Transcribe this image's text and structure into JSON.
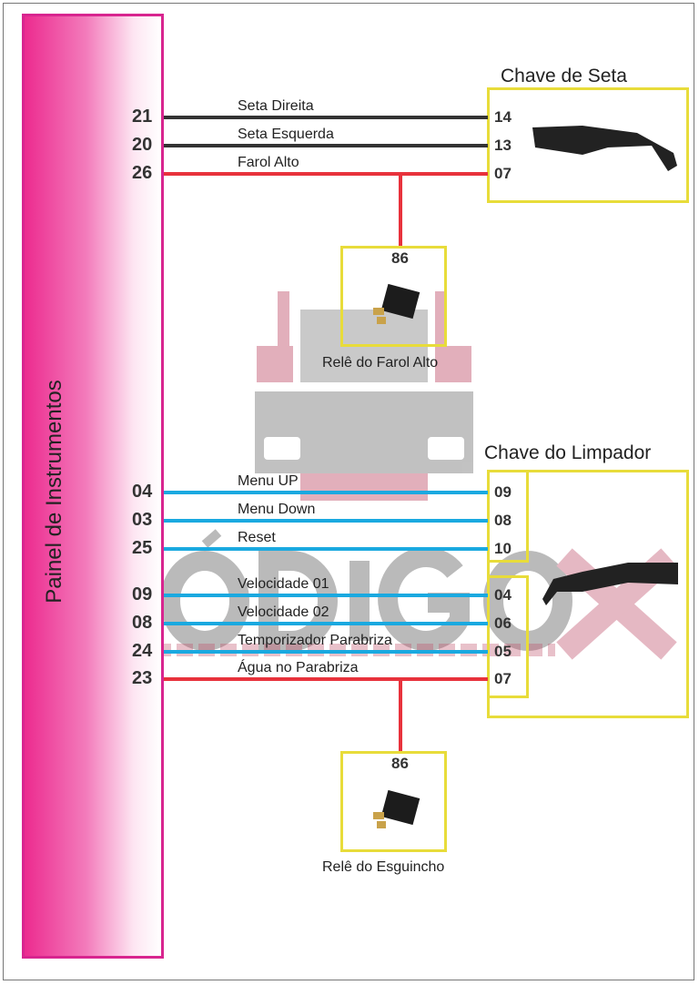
{
  "panel": {
    "title": "Painel de Instrumentos"
  },
  "watermark": {
    "brand": "CÓDIGOX",
    "tagline": "SOLUÇÕES PARA REPARADORES"
  },
  "seta_switch": {
    "title": "Chave de Seta"
  },
  "wiper_switch": {
    "title": "Chave do Limpador"
  },
  "relay_farol": {
    "pin": "86",
    "label": "Relê do Farol Alto"
  },
  "relay_esguicho": {
    "pin": "86",
    "label": "Relê do Esguincho"
  },
  "wires": [
    {
      "from": "21",
      "to": "14",
      "label": "Seta Direita",
      "color": "#333333"
    },
    {
      "from": "20",
      "to": "13",
      "label": "Seta Esquerda",
      "color": "#333333"
    },
    {
      "from": "26",
      "to": "07",
      "label": "Farol Alto",
      "color": "#e8323c"
    },
    {
      "from": "04",
      "to": "09",
      "label": "Menu UP",
      "color": "#1aa9e0"
    },
    {
      "from": "03",
      "to": "08",
      "label": "Menu Down",
      "color": "#1aa9e0"
    },
    {
      "from": "25",
      "to": "10",
      "label": "Reset",
      "color": "#1aa9e0"
    },
    {
      "from": "09",
      "to": "04",
      "label": "Velocidade 01",
      "color": "#1aa9e0"
    },
    {
      "from": "08",
      "to": "06",
      "label": "Velocidade 02",
      "color": "#1aa9e0"
    },
    {
      "from": "24",
      "to": "05",
      "label": "Temporizador Parabriza",
      "color": "#1aa9e0"
    },
    {
      "from": "23",
      "to": "07",
      "label": "Água no Parabriza",
      "color": "#e8323c"
    }
  ]
}
